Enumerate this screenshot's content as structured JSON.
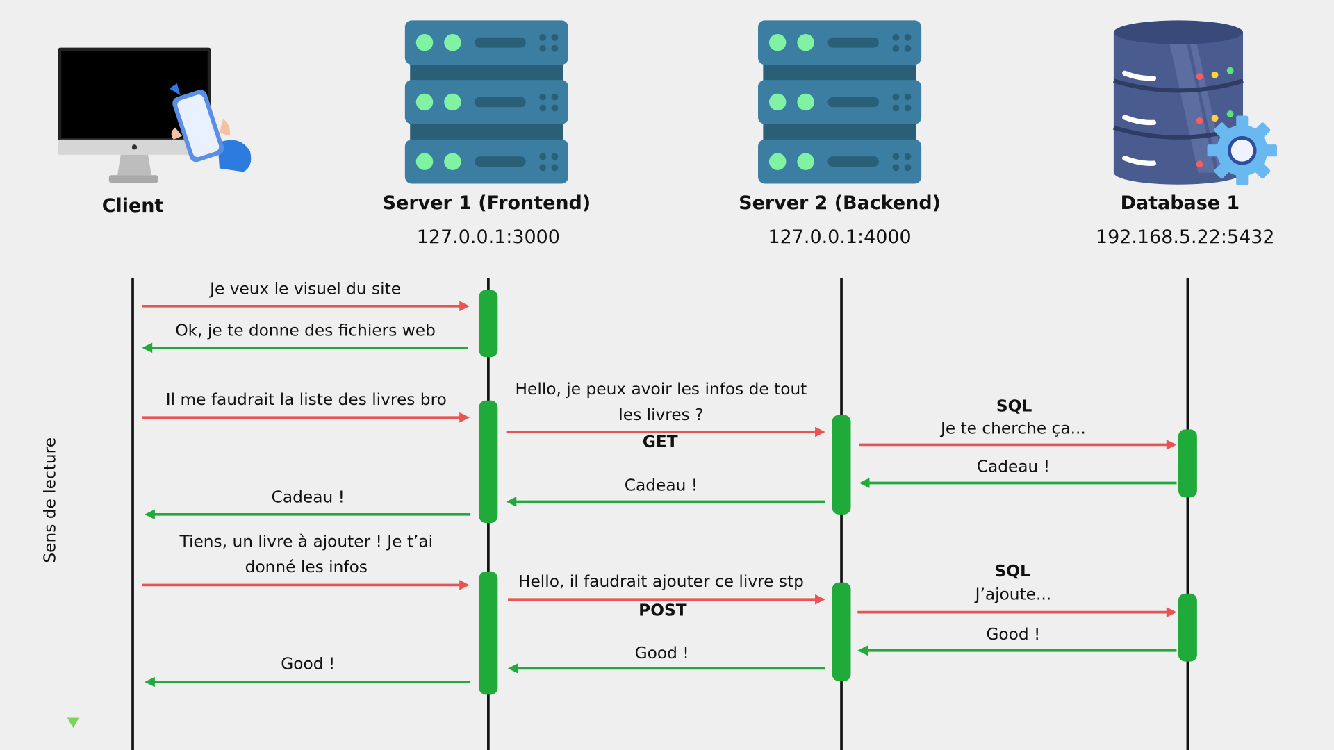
{
  "actors": [
    {
      "id": "client",
      "name": "Client",
      "address": "",
      "icon": "desktop-with-phone-icon"
    },
    {
      "id": "server1",
      "name": "Server 1 (Frontend)",
      "address": "127.0.0.1:3000",
      "icon": "server-rack-icon"
    },
    {
      "id": "server2",
      "name": "Server 2 (Backend)",
      "address": "127.0.0.1:4000",
      "icon": "server-rack-icon"
    },
    {
      "id": "db1",
      "name": "Database 1",
      "address": "192.168.5.22:5432",
      "icon": "database-gear-icon"
    }
  ],
  "reading_direction_label": "Sens de lecture",
  "messages": [
    {
      "text": "Je veux le visuel du site",
      "from": "client",
      "to": "server1",
      "kind": "request"
    },
    {
      "text": "Ok, je te donne des fichiers web",
      "from": "server1",
      "to": "client",
      "kind": "response"
    },
    {
      "text": "Il me faudrait la liste des livres bro",
      "from": "client",
      "to": "server1",
      "kind": "request"
    },
    {
      "text": "Hello, je peux avoir les infos de tout les livres ?",
      "protocol": "GET",
      "from": "server1",
      "to": "server2",
      "kind": "request"
    },
    {
      "protocol": "SQL",
      "text": "Je te cherche ça...",
      "from": "server2",
      "to": "db1",
      "kind": "request"
    },
    {
      "text": "Cadeau !",
      "from": "db1",
      "to": "server2",
      "kind": "response"
    },
    {
      "text": "Cadeau !",
      "from": "server2",
      "to": "server1",
      "kind": "response"
    },
    {
      "text": "Cadeau !",
      "from": "server1",
      "to": "client",
      "kind": "response"
    },
    {
      "text": "Tiens, un livre à ajouter ! Je t’ai donné les infos",
      "from": "client",
      "to": "server1",
      "kind": "request"
    },
    {
      "text": "Hello, il faudrait ajouter ce livre stp",
      "protocol": "POST",
      "from": "server1",
      "to": "server2",
      "kind": "request"
    },
    {
      "protocol": "SQL",
      "text": "J’ajoute...",
      "from": "server2",
      "to": "db1",
      "kind": "request"
    },
    {
      "text": "Good !",
      "from": "db1",
      "to": "server2",
      "kind": "response"
    },
    {
      "text": "Good !",
      "from": "server2",
      "to": "server1",
      "kind": "response"
    },
    {
      "text": "Good !",
      "from": "server1",
      "to": "client",
      "kind": "response"
    }
  ],
  "colors": {
    "request": "#e85454",
    "response": "#1faa3a",
    "activation": "#1faa3a",
    "lifeline": "#111111",
    "server": "#3b7ea1",
    "server_dark": "#2a5f78",
    "led": "#7ff3a3",
    "database": "#4a5c8f",
    "gear": "#6ab8f0",
    "direction_start": "#1e9bb0",
    "direction_end": "#7ad35a"
  }
}
